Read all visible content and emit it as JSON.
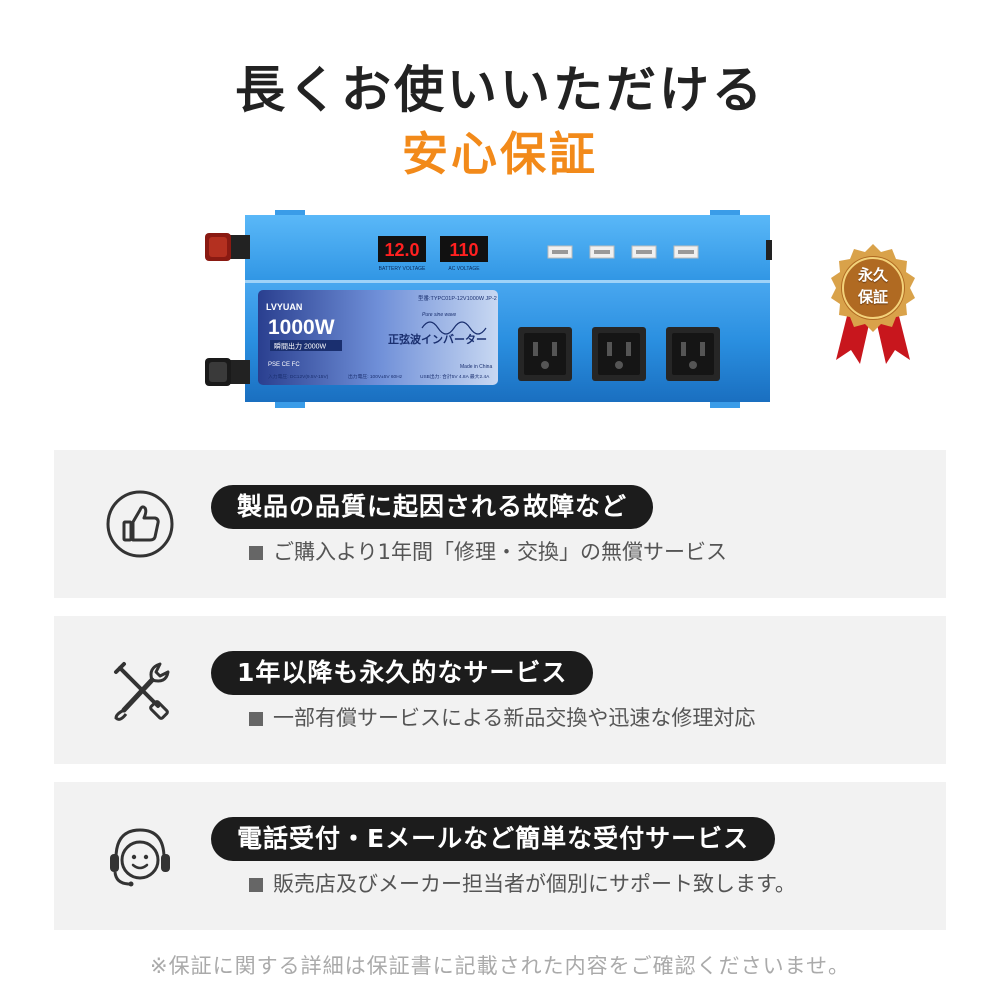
{
  "header": {
    "title": "長くお使いいただける",
    "subtitle": "安心保証"
  },
  "product": {
    "display_battery": "12.0",
    "display_ac": "110",
    "label_battery": "BATTERY VOLTAGE",
    "label_ac": "AC VOLTAGE",
    "brand": "LVYUAN",
    "power": "1000W",
    "peak": "瞬間出力 2000W",
    "model": "型番:TYPC01P-12V1000W JP-2",
    "wave_label": "Pure sine wave",
    "product_name": "正弦波インバーター",
    "certs": "PSE CE FC",
    "input_spec": "入力電圧: DC12V(9.5V-15V)",
    "output_spec": "出力電圧: 100V±5V 60Hz",
    "usb_spec": "USB出力: 合計5V 4.8A 最大2.4A",
    "made_in": "Made in China"
  },
  "seal": {
    "line1": "永久",
    "line2": "保証"
  },
  "features": [
    {
      "icon": "thumbs-up-icon",
      "title": "製品の品質に起因される故障など",
      "description": "ご購入より1年間「修理・交換」の無償サービス"
    },
    {
      "icon": "tools-icon",
      "title": "1年以降も永久的なサービス",
      "description": "一部有償サービスによる新品交換や迅速な修理対応"
    },
    {
      "icon": "headset-icon",
      "title": "電話受付・Eメールなど簡単な受付サービス",
      "description": "販売店及びメーカー担当者が個別にサポート致します。"
    }
  ],
  "footer": {
    "note": "※保証に関する詳細は保証書に記載された内容をご確認くださいませ。"
  },
  "colors": {
    "accent_orange": "#f28a1a",
    "inverter_blue": "#2a8fe0",
    "pill_dark": "#1c1c1c",
    "card_bg": "#f2f2f2",
    "display_red": "#ff2020"
  }
}
